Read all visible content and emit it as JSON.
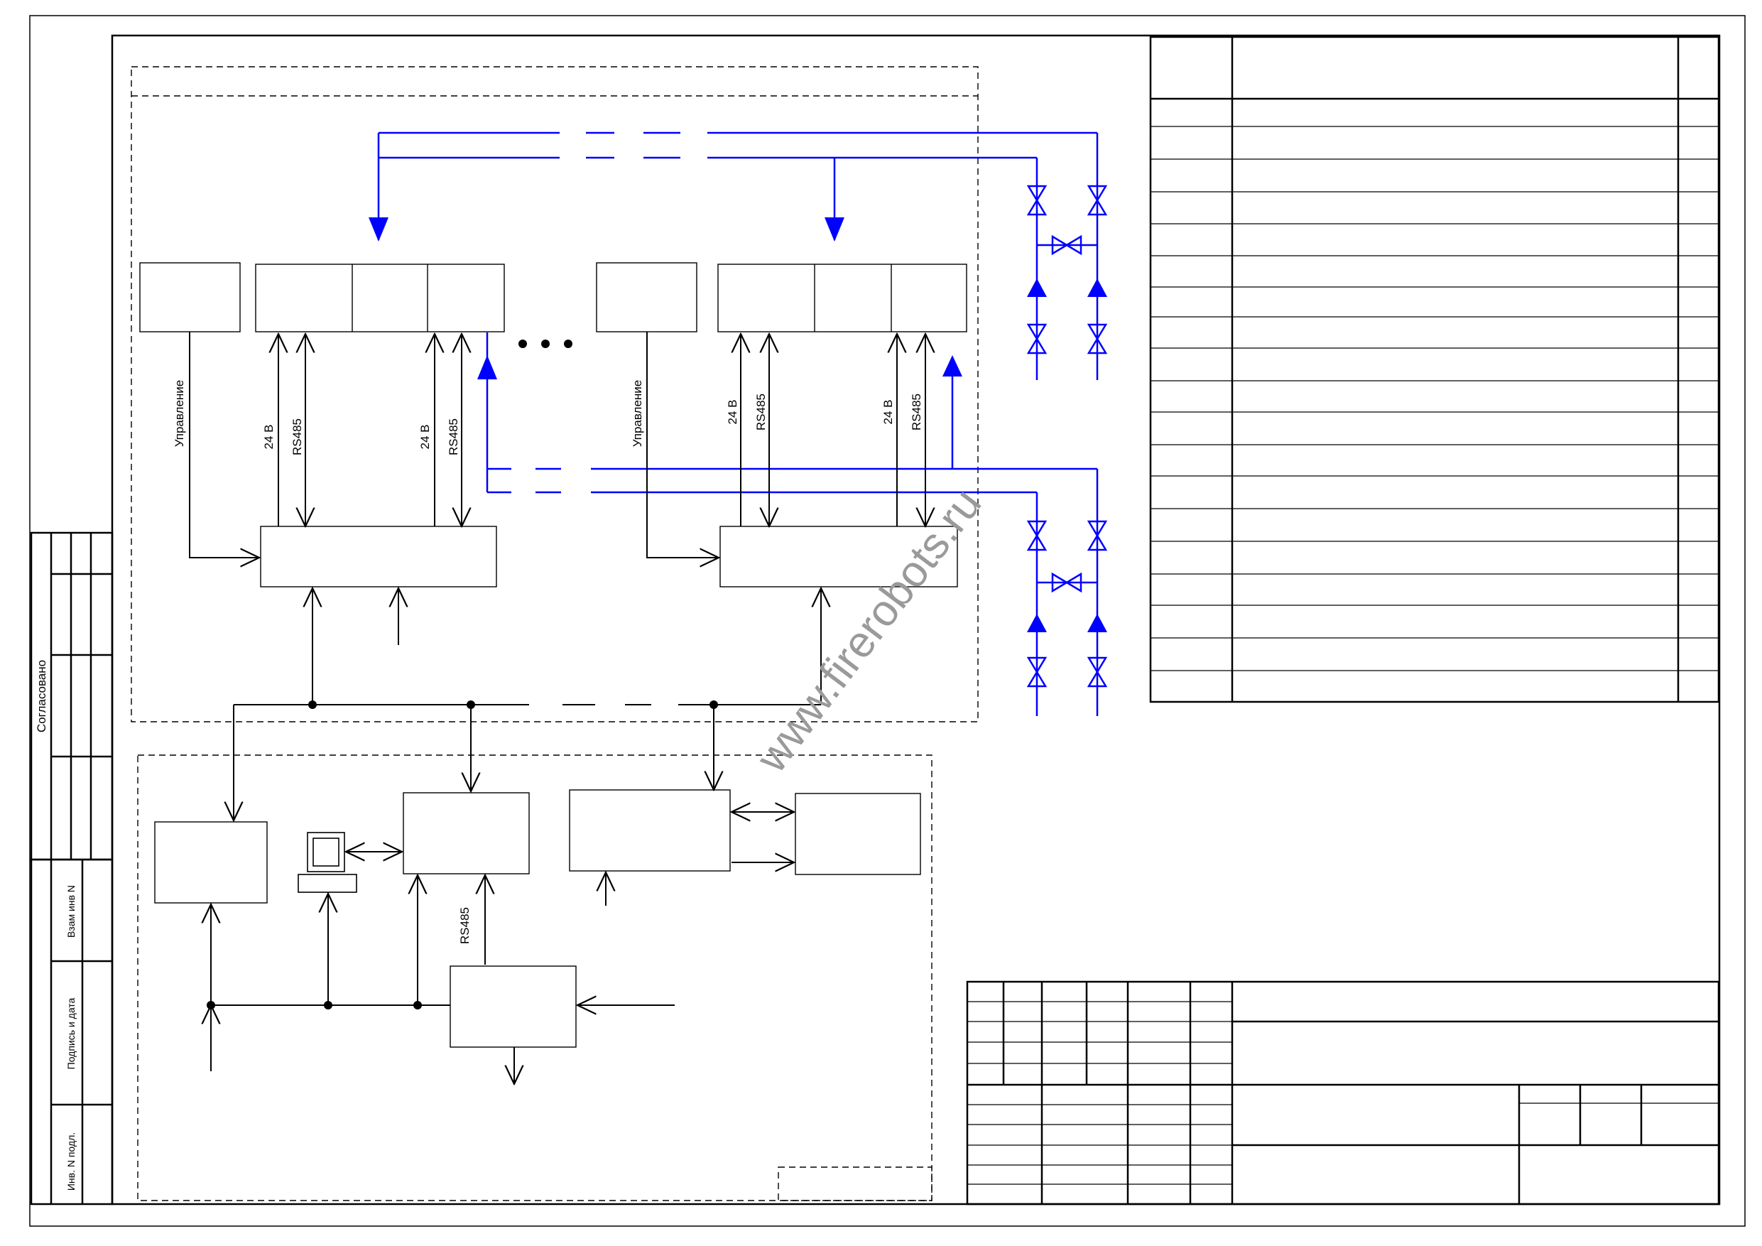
{
  "labels": {
    "control": "Управление",
    "v24": "24 В",
    "rs485": "RS485"
  },
  "side_stamp": {
    "approved": "Согласовано",
    "inv_replace": "Взам инв N",
    "sign_date": "Подпись и дата",
    "inv_orig": "Инв. N подл."
  },
  "watermark": "www.firerobots.ru",
  "colors": {
    "line": "#000000",
    "pipe": "#0000ff",
    "watermark": "#9a9a9a"
  }
}
